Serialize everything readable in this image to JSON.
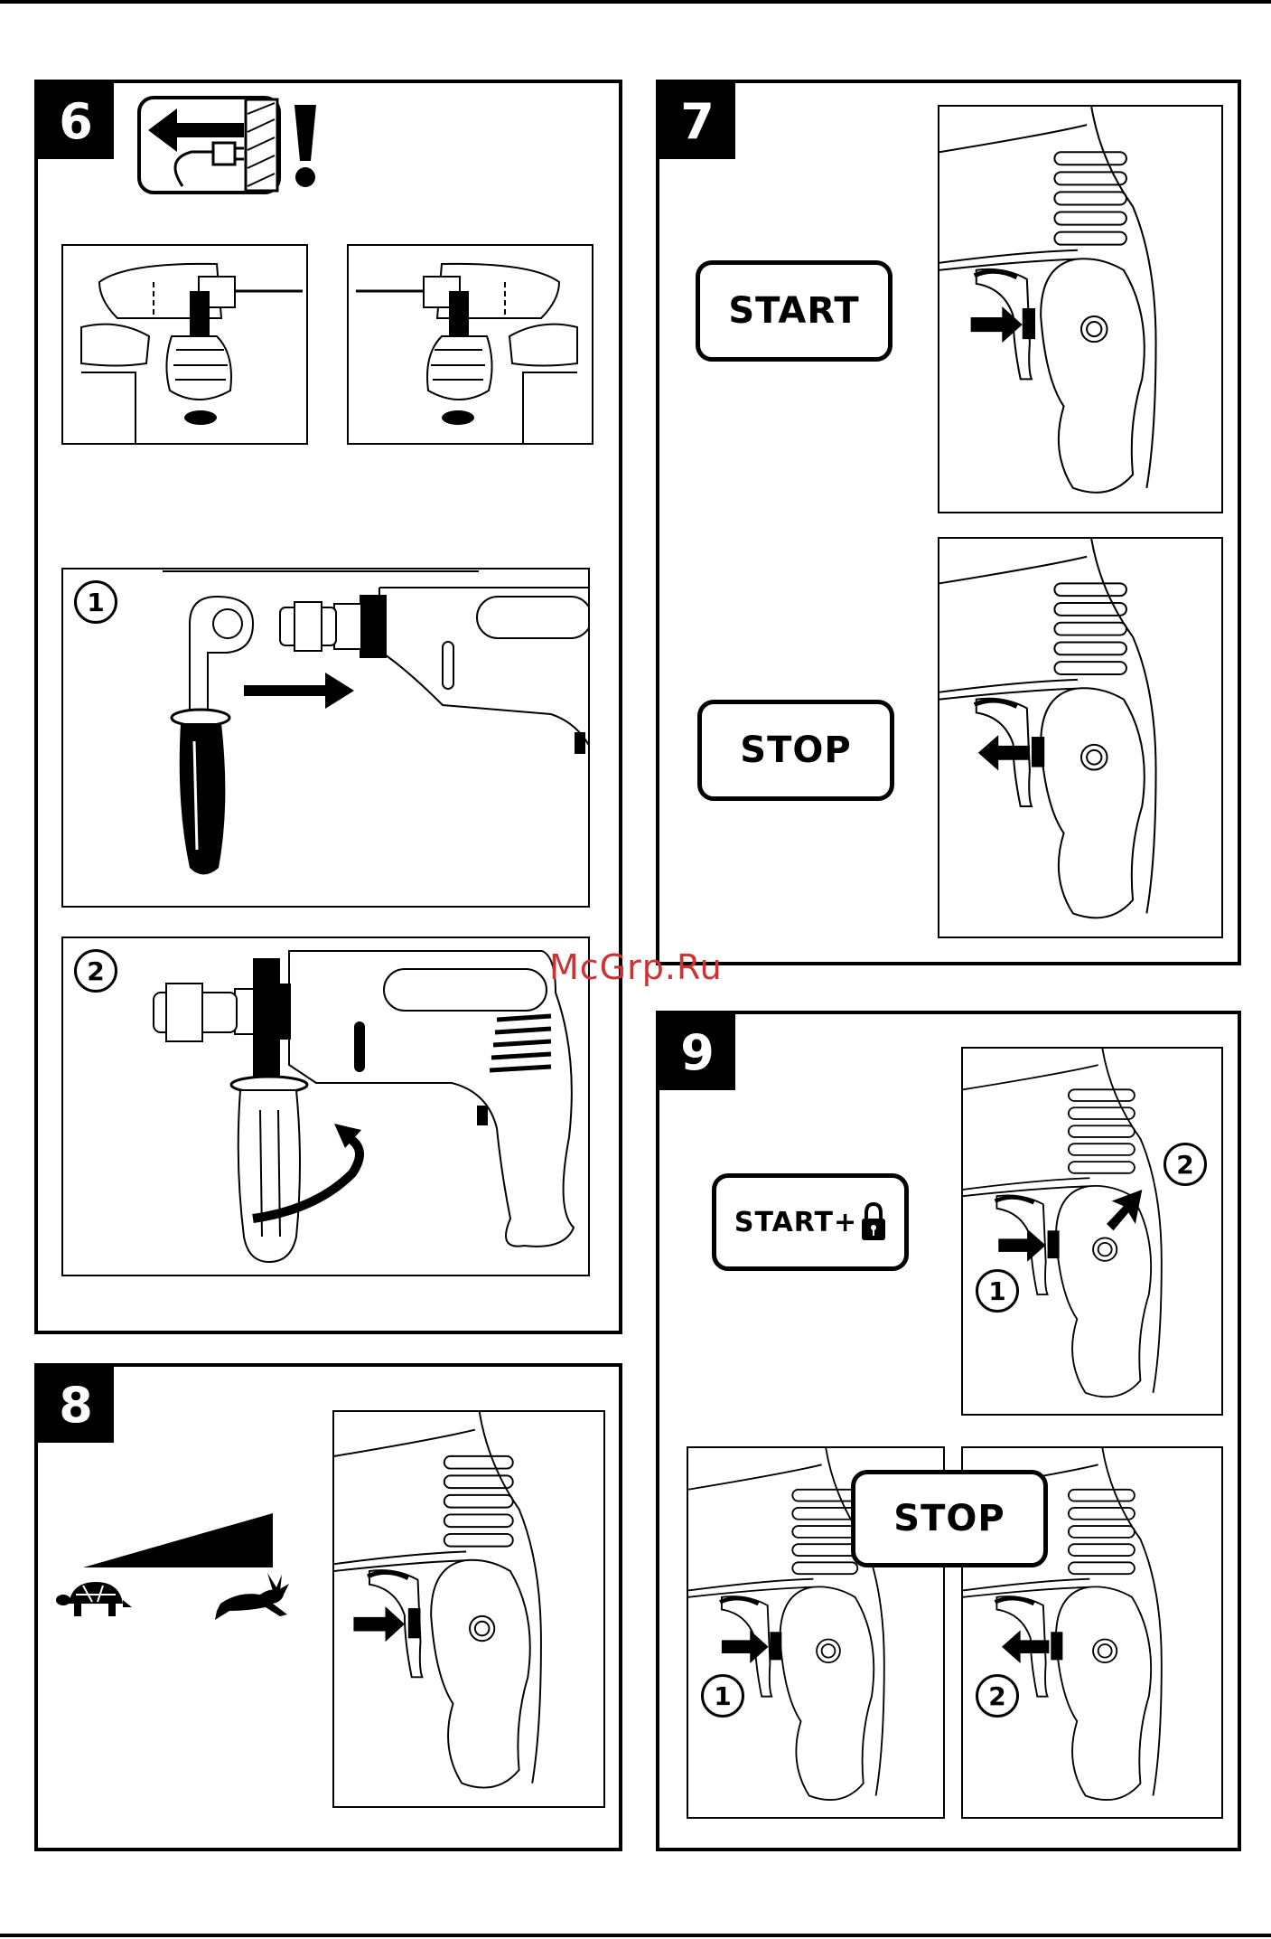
{
  "panels": {
    "p6": {
      "number": "6",
      "step1": "1",
      "step2": "2"
    },
    "p7": {
      "number": "7",
      "start_label": "START",
      "stop_label": "STOP"
    },
    "p8": {
      "number": "8"
    },
    "p9": {
      "number": "9",
      "start_lock_label": "START+",
      "marker1": "1",
      "marker2": "2",
      "stop_label": "STOP",
      "stop_marker1": "1",
      "stop_marker2": "2"
    }
  },
  "watermark": "McGrp.Ru",
  "icons": [
    "unplug-warning-icon",
    "exclamation-icon",
    "padlock-icon",
    "tortoise-icon",
    "hare-icon",
    "arrow-icon"
  ]
}
